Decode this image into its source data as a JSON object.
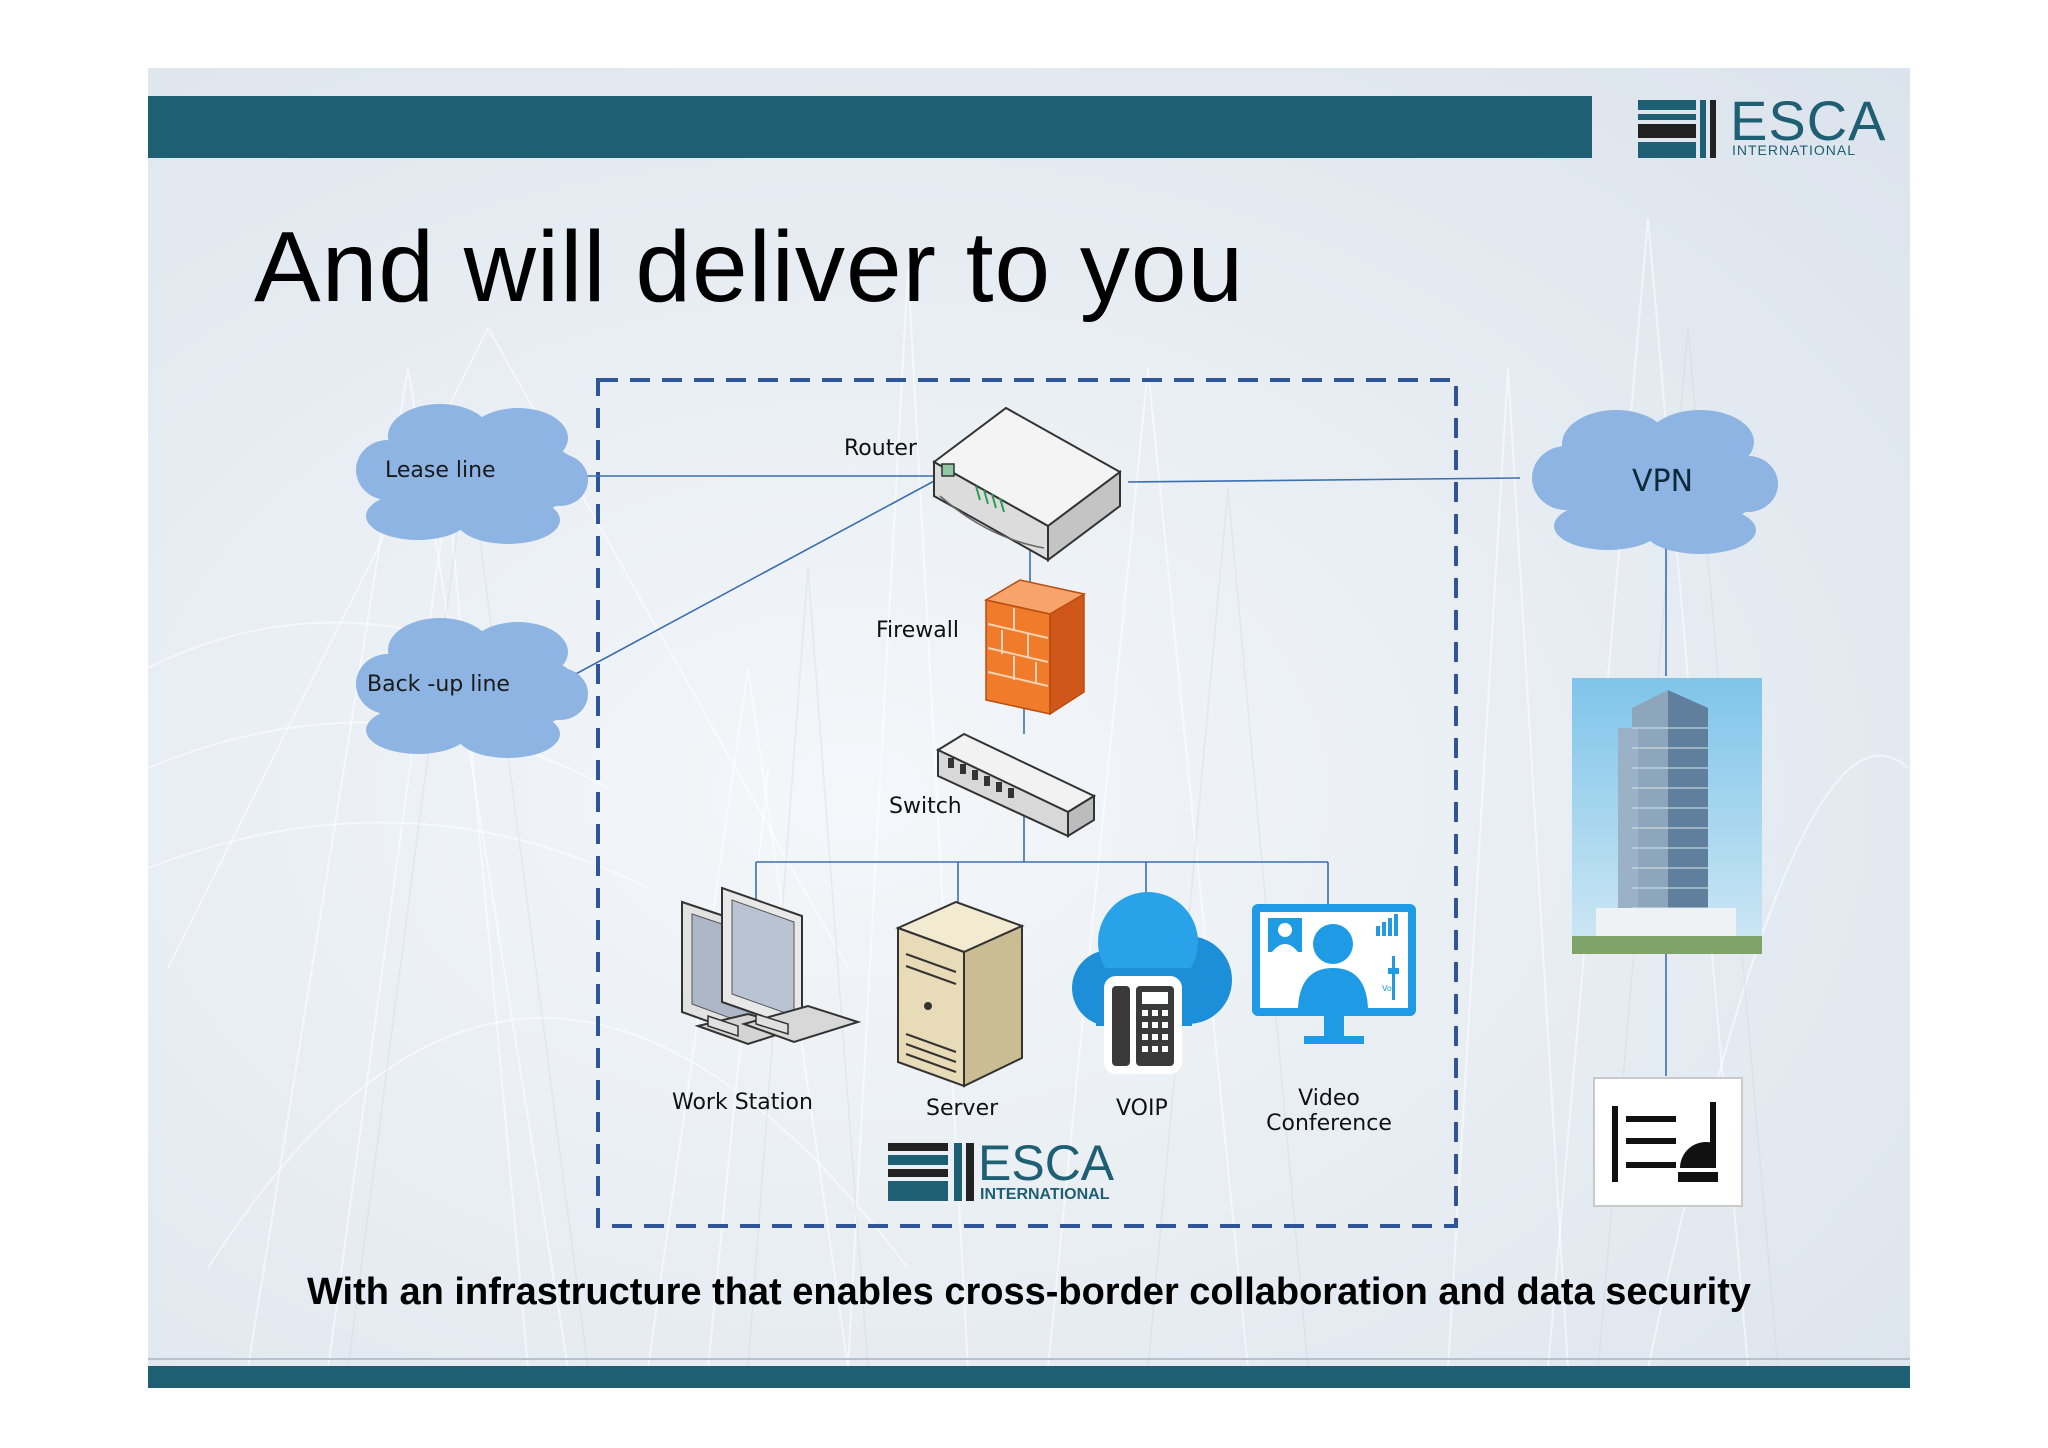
{
  "title": "And will deliver to you",
  "caption": "With an infrastructure that enables cross-border collaboration and data security",
  "brand": {
    "name": "ESCA",
    "subtitle": "INTERNATIONAL",
    "color": "#1f5f73"
  },
  "clouds": {
    "lease_line": "Lease line",
    "backup_line": "Back -up line",
    "vpn": "VPN"
  },
  "nodes": {
    "router": "Router",
    "firewall": "Firewall",
    "switch": "Switch",
    "workstation": "Work Station",
    "server": "Server",
    "voip": "VOIP",
    "video_line1": "Video",
    "video_line2": "Conference",
    "video_vol": "Vol"
  },
  "colors": {
    "bar": "#1f5f73",
    "cloud": "#8db4e2",
    "connector": "#3a6fb0",
    "boundary": "#2f5597",
    "firewall": "#f07b2b",
    "accent_blue": "#1e9be4"
  }
}
